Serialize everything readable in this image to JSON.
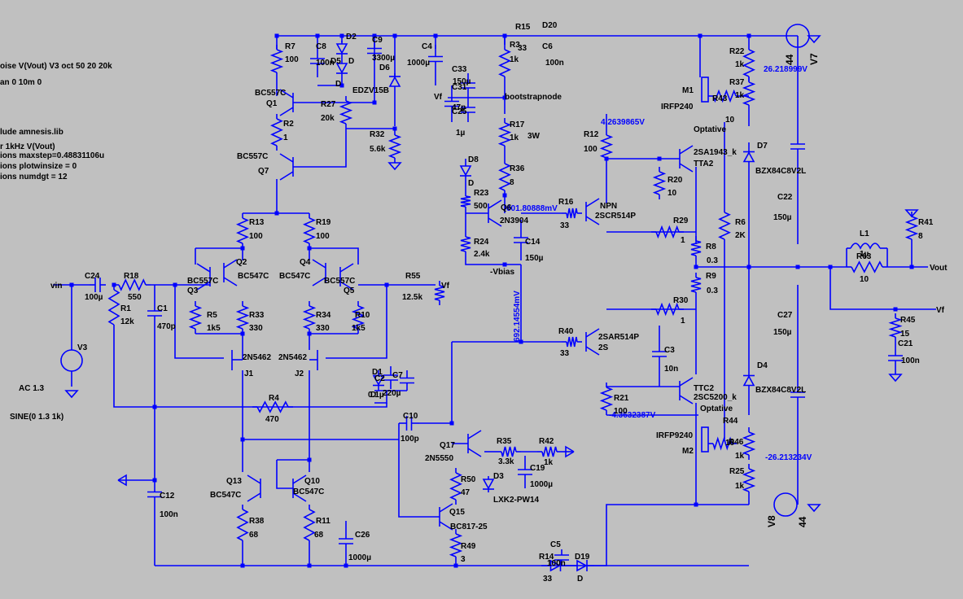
{
  "directives": [
    "oise V(Vout) V3 oct 50 20 20k",
    "an 0 10m 0",
    "lude amnesis.lib",
    "r 1kHz V(Vout)",
    "ions maxstep=0.48831106u",
    "ions plotwinsize = 0",
    "ions numdgt = 12"
  ],
  "voltages": {
    "v_pos_rail": "26.218999V",
    "v_upper_bias": "4.2639865V",
    "v_q6_base": "601.80888mV",
    "v_mid_bias": "692.14554mV",
    "v_lower_bias": "-4.3632387V",
    "v_neg_rail": "-26.213234V"
  },
  "nets": {
    "vin": "vin",
    "vf_left": "Vf",
    "vf_right": "Vf",
    "vf_top": "Vf",
    "bootstrap": "bootstrapnode",
    "vbias": "-Vbias",
    "vout": "Vout"
  },
  "sources": {
    "v3": {
      "name": "V3",
      "ac": "AC 1.3",
      "sine": "SINE(0 1.3 1k)"
    },
    "v7": {
      "name": "V7",
      "value": "44"
    },
    "v8": {
      "name": "V8",
      "value": "44"
    }
  },
  "components": [
    {
      "id": "r7",
      "name": "R7",
      "value": "100"
    },
    {
      "id": "c8",
      "name": "C8",
      "value": "100n"
    },
    {
      "id": "d2",
      "name": "D2",
      "value": ""
    },
    {
      "id": "d5",
      "name": "D5",
      "value": "D"
    },
    {
      "id": "d_small",
      "name": "D",
      "value": "D"
    },
    {
      "id": "c9",
      "name": "C9",
      "value": "3300µ"
    },
    {
      "id": "d6",
      "name": "D6",
      "value": "EDZV15B"
    },
    {
      "id": "c4",
      "name": "C4",
      "value": "1000µ"
    },
    {
      "id": "q1",
      "name": "Q1",
      "value": "BC557C"
    },
    {
      "id": "r27",
      "name": "R27",
      "value": "20k"
    },
    {
      "id": "r2",
      "name": "R2",
      "value": "1"
    },
    {
      "id": "r32",
      "name": "R32",
      "value": "5.6k"
    },
    {
      "id": "q7",
      "name": "Q7",
      "value": "BC557C"
    },
    {
      "id": "r15",
      "name": "R15",
      "value": "33"
    },
    {
      "id": "d20",
      "name": "D20",
      "value": ""
    },
    {
      "id": "r3",
      "name": "R3",
      "value": "1k"
    },
    {
      "id": "c6",
      "name": "C6",
      "value": "100n"
    },
    {
      "id": "c33",
      "name": "C33",
      "value": "150µ"
    },
    {
      "id": "c31",
      "name": "C31",
      "value": "47p"
    },
    {
      "id": "c25",
      "name": "C25",
      "value": "1µ"
    },
    {
      "id": "r17",
      "name": "R17",
      "value": "1k"
    },
    {
      "id": "w3",
      "name": "3W",
      "value": ""
    },
    {
      "id": "d8",
      "name": "D8",
      "value": "D"
    },
    {
      "id": "r36",
      "name": "R36",
      "value": "8"
    },
    {
      "id": "r23",
      "name": "R23",
      "value": "500"
    },
    {
      "id": "q6",
      "name": "Q6",
      "value": "2N3904"
    },
    {
      "id": "r24",
      "name": "R24",
      "value": "2.4k"
    },
    {
      "id": "c14",
      "name": "C14",
      "value": "150µ"
    },
    {
      "id": "r16",
      "name": "R16",
      "value": "33"
    },
    {
      "id": "npn",
      "name": "NPN",
      "value": "2SCR514P"
    },
    {
      "id": "r12",
      "name": "R12",
      "value": "100"
    },
    {
      "id": "r20",
      "name": "R20",
      "value": "10"
    },
    {
      "id": "tta2",
      "name": "2SA1943_k",
      "value": "TTA2"
    },
    {
      "id": "optative1",
      "name": "Optative",
      "value": ""
    },
    {
      "id": "m1",
      "name": "M1",
      "value": "IRFP240"
    },
    {
      "id": "r22",
      "name": "R22",
      "value": "1k"
    },
    {
      "id": "r37",
      "name": "R37",
      "value": "1k"
    },
    {
      "id": "r43",
      "name": "R43",
      "value": "10"
    },
    {
      "id": "d7",
      "name": "D7",
      "value": "BZX84C8V2L"
    },
    {
      "id": "r6",
      "name": "R6",
      "value": "2K"
    },
    {
      "id": "r29",
      "name": "R29",
      "value": "1"
    },
    {
      "id": "r8",
      "name": "R8",
      "value": "0.3"
    },
    {
      "id": "r9",
      "name": "R9",
      "value": "0.3"
    },
    {
      "id": "r30",
      "name": "R30",
      "value": "1"
    },
    {
      "id": "c22",
      "name": "C22",
      "value": "150µ"
    },
    {
      "id": "c27",
      "name": "C27",
      "value": "150µ"
    },
    {
      "id": "l1",
      "name": "L1",
      "value": "1µ"
    },
    {
      "id": "r63",
      "name": "R63",
      "value": "10"
    },
    {
      "id": "r41",
      "name": "R41",
      "value": "8"
    },
    {
      "id": "r45",
      "name": "R45",
      "value": "15"
    },
    {
      "id": "c21",
      "name": "C21",
      "value": "100n"
    },
    {
      "id": "r40",
      "name": "R40",
      "value": "33"
    },
    {
      "id": "pnp",
      "name": "2SAR514P",
      "value": "2S"
    },
    {
      "id": "c3",
      "name": "C3",
      "value": "10n"
    },
    {
      "id": "r21",
      "name": "R21",
      "value": "100"
    },
    {
      "id": "ttc2",
      "name": "TTC2",
      "value": "2SC5200_k"
    },
    {
      "id": "optative2",
      "name": "Optative",
      "value": ""
    },
    {
      "id": "d4",
      "name": "D4",
      "value": "BZX84C8V2L"
    },
    {
      "id": "m2",
      "name": "M2",
      "value": "IRFP9240"
    },
    {
      "id": "r44",
      "name": "R44",
      "value": "10"
    },
    {
      "id": "r46",
      "name": "R46",
      "value": "1k"
    },
    {
      "id": "r25",
      "name": "R25",
      "value": "1k"
    },
    {
      "id": "c24",
      "name": "C24",
      "value": "100µ"
    },
    {
      "id": "r18",
      "name": "R18",
      "value": "550"
    },
    {
      "id": "r1",
      "name": "R1",
      "value": "12k"
    },
    {
      "id": "c1",
      "name": "C1",
      "value": "470p"
    },
    {
      "id": "q3",
      "name": "Q3",
      "value": "BC557C"
    },
    {
      "id": "q2",
      "name": "Q2",
      "value": "BC547C"
    },
    {
      "id": "r13",
      "name": "R13",
      "value": "100"
    },
    {
      "id": "r19",
      "name": "R19",
      "value": "100"
    },
    {
      "id": "q4",
      "name": "Q4",
      "value": "BC547C"
    },
    {
      "id": "q5",
      "name": "Q5",
      "value": "BC557C"
    },
    {
      "id": "r55",
      "name": "R55",
      "value": "12.5k"
    },
    {
      "id": "r5",
      "name": "R5",
      "value": "1k5"
    },
    {
      "id": "r33",
      "name": "R33",
      "value": "330"
    },
    {
      "id": "r34",
      "name": "R34",
      "value": "330"
    },
    {
      "id": "r10",
      "name": "R10",
      "value": "1k5"
    },
    {
      "id": "j1",
      "name": "J1",
      "value": "2N5462"
    },
    {
      "id": "j2",
      "name": "J2",
      "value": "2N5462"
    },
    {
      "id": "d1",
      "name": "D1",
      "value": "D"
    },
    {
      "id": "c2",
      "name": "C2",
      "value": "0.1µ"
    },
    {
      "id": "c7",
      "name": "C7",
      "value": "220µ"
    },
    {
      "id": "r4",
      "name": "R4",
      "value": "470"
    },
    {
      "id": "c10",
      "name": "C10",
      "value": "100p"
    },
    {
      "id": "q17",
      "name": "Q17",
      "value": "2N5550"
    },
    {
      "id": "r35",
      "name": "R35",
      "value": "3.3k"
    },
    {
      "id": "r42",
      "name": "R42",
      "value": "1k"
    },
    {
      "id": "c19",
      "name": "C19",
      "value": "1000µ"
    },
    {
      "id": "d3",
      "name": "D3",
      "value": "LXK2-PW14"
    },
    {
      "id": "r50",
      "name": "R50",
      "value": "47"
    },
    {
      "id": "q15",
      "name": "Q15",
      "value": "BC817-25"
    },
    {
      "id": "r49",
      "name": "R49",
      "value": "3"
    },
    {
      "id": "c5",
      "name": "C5",
      "value": "100n"
    },
    {
      "id": "r14",
      "name": "R14",
      "value": "33"
    },
    {
      "id": "d19",
      "name": "D19",
      "value": "D"
    },
    {
      "id": "q13",
      "name": "Q13",
      "value": "BC547C"
    },
    {
      "id": "q10",
      "name": "Q10",
      "value": "BC547C"
    },
    {
      "id": "r38",
      "name": "R38",
      "value": "68"
    },
    {
      "id": "r11",
      "name": "R11",
      "value": "68"
    },
    {
      "id": "c12",
      "name": "C12",
      "value": "100n"
    },
    {
      "id": "c26",
      "name": "C26",
      "value": "1000µ"
    }
  ]
}
